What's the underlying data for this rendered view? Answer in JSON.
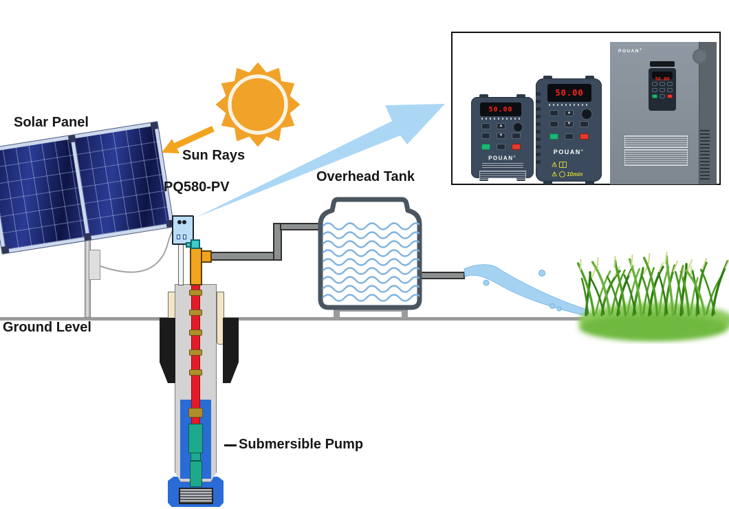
{
  "labels": {
    "solar_panel": "Solar Panel",
    "sun_rays": "Sun Rays",
    "pump_controller_model": "PQ580-PV",
    "overhead_tank": "Overhead Tank",
    "ground_level": "Ground Level",
    "submersible_pump": "Submersible Pump"
  },
  "inset_products": {
    "brand": "POUAN",
    "reg_mark": "®",
    "display_value": "50.00",
    "runtime_badge": "10min",
    "btn_up": "▲",
    "btn_down": "▼",
    "warning_icon": "⚠"
  },
  "colors": {
    "sun_orange": "#F0A229",
    "arrow_blue": "#ABD7F5",
    "panel_cell_blue": "#1B2766",
    "controller_box_blue": "#BBDDF5",
    "pump_head_orange": "#F2A41F",
    "drop_pipe_red": "#E51A28",
    "pump_body_teal": "#1FA98C",
    "well_water_blue": "#2A6BD6",
    "tank_outline_slate": "#4A5560",
    "tank_water_wave": "#7FB2DF",
    "pipe_gray": "#8D9091",
    "ground_gray": "#9B9B9B",
    "grass_green": "#57A82D",
    "vfd_body_slate": "#3B4A5D",
    "vfd_display_red": "#FF2417"
  }
}
